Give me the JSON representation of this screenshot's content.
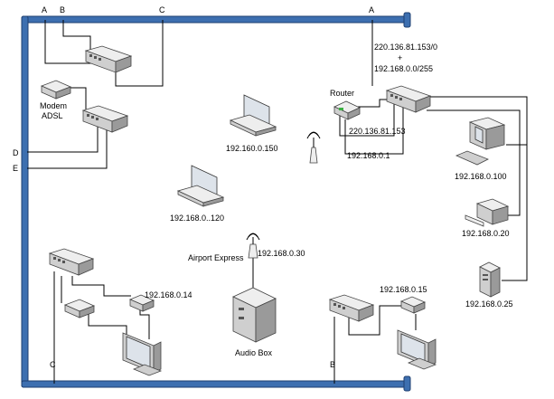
{
  "links": {
    "top_a_left": "A",
    "top_b": "B",
    "top_c": "C",
    "top_a_right": "A",
    "side_d": "D",
    "side_e": "E",
    "bottom_c": "C",
    "bottom_b": "B"
  },
  "labels": {
    "modem": "Modem",
    "adsl": "ADSL",
    "router": "Router",
    "ip_wan_line1": "220.136.81.153/0",
    "ip_wan_plus": "+",
    "ip_wan_line2": "192.168.0.0/255",
    "ip_router_wan": "220.136.81.153",
    "ip_router_lan": "192.168.0.1",
    "laptop1_ip": "192.160.0.150",
    "laptop2_ip": "192.168.0..120",
    "airport_express": "Airport Express",
    "airport_ip": "192.168.0.30",
    "audio_box": "Audio Box",
    "desktop_ip": "192.168.0.100",
    "printer_ip": "192.168.0.20",
    "server_ip": "192.168.0.25",
    "bl_device_ip": "192.168.0.14",
    "br_device_ip": "192.168.0.15"
  },
  "colors": {
    "pipe": "#3d6fb0",
    "pipe_stroke": "#1e3f70",
    "router_led": "#3cb043"
  },
  "icons": [
    "network-switch-icon",
    "modem-icon",
    "router-icon",
    "laptop-icon",
    "antenna-icon",
    "desktop-computer-icon",
    "printer-icon",
    "server-tower-icon",
    "monitor-icon",
    "audio-box-icon"
  ]
}
